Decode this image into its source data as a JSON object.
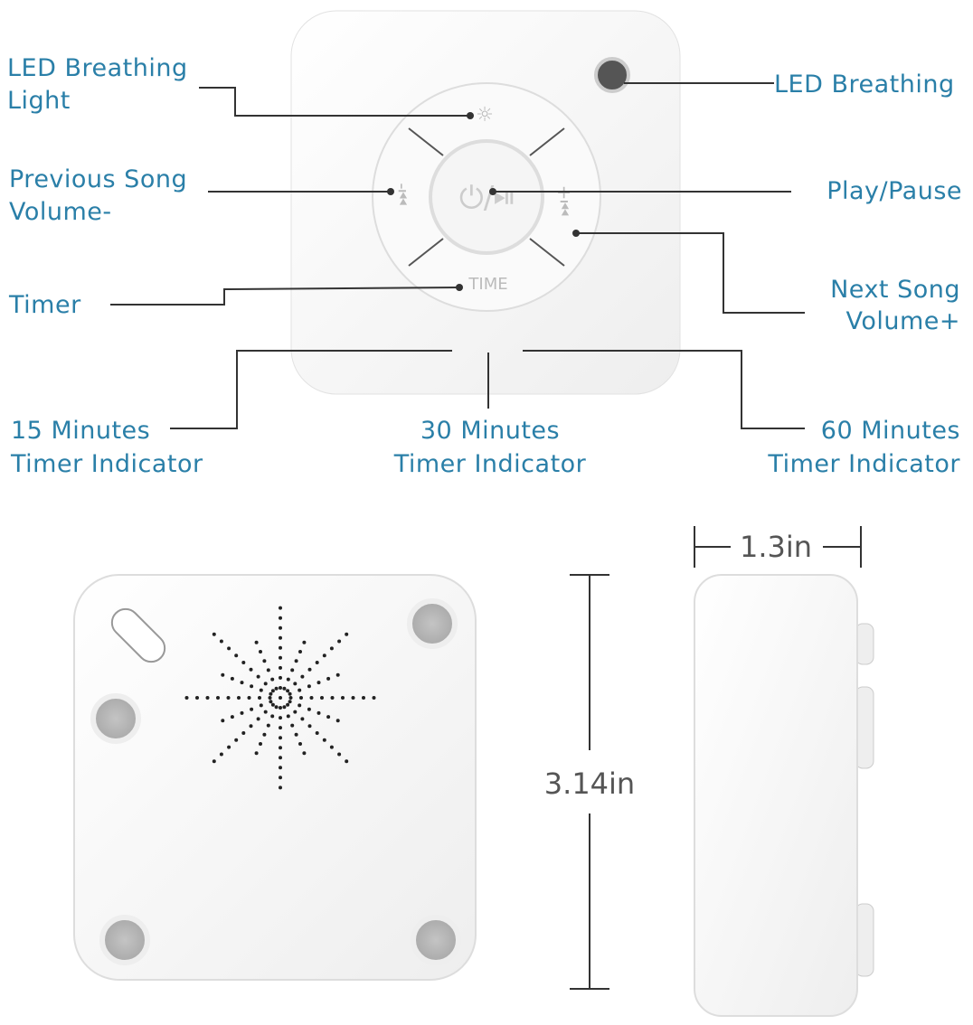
{
  "labels": {
    "led_left": [
      "LED Breathing",
      "Light"
    ],
    "led_right": "LED Breathing",
    "previous": [
      "Previous Song",
      "Volume-"
    ],
    "play_pause": "Play/Pause",
    "next": [
      "Next Song",
      "Volume+"
    ],
    "timer": "Timer",
    "timer15": [
      "15 Minutes",
      "Timer Indicator"
    ],
    "timer30": [
      "30 Minutes",
      "Timer Indicator"
    ],
    "timer60": [
      "60 Minutes",
      "Timer Indicator"
    ]
  },
  "buttons": {
    "time": "TIME"
  },
  "dimensions": {
    "height": "3.14in",
    "depth": "1.3in"
  },
  "colors": {
    "label": "#2a7fa8",
    "device": "#f7f7f7",
    "feet": "#b9b9b9"
  }
}
